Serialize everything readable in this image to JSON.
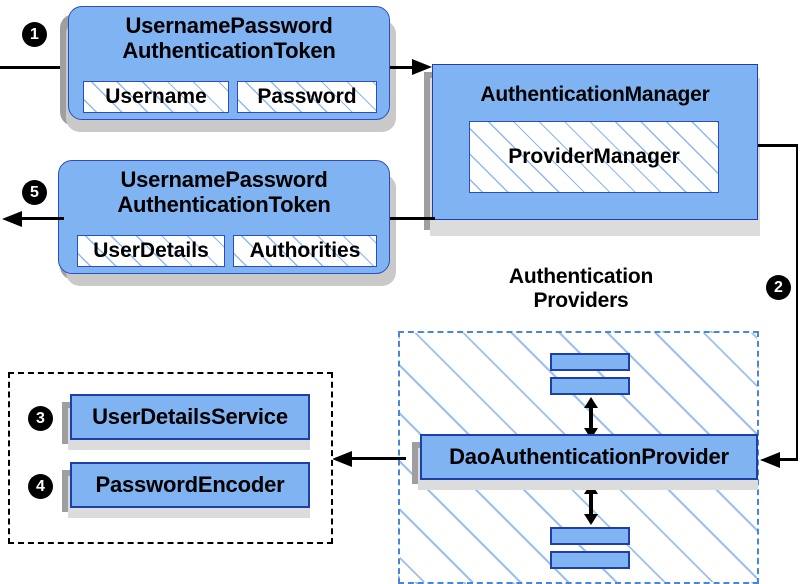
{
  "diagram": {
    "title": "Spring Security username/password authentication flow",
    "colors": {
      "box_fill": "#80B3F2",
      "box_border": "#1f3fa8",
      "hatch_line": "#8fb8ef",
      "providers_border": "#4a86d8",
      "shadow_dark": "#9f9f9f",
      "shadow_light": "#dcdcdc",
      "text": "#000000"
    }
  },
  "steps": {
    "one": "1",
    "two": "2",
    "three": "3",
    "four": "4",
    "five": "5"
  },
  "request_token": {
    "title_line1": "UsernamePassword",
    "title_line2": "AuthenticationToken",
    "fields": [
      {
        "label": "Username"
      },
      {
        "label": "Password"
      }
    ]
  },
  "response_token": {
    "title_line1": "UsernamePassword",
    "title_line2": "AuthenticationToken",
    "fields": [
      {
        "label": "UserDetails"
      },
      {
        "label": "Authorities"
      }
    ]
  },
  "authentication_manager": {
    "title": "AuthenticationManager",
    "inner": "ProviderManager"
  },
  "providers": {
    "caption_line1": "Authentication",
    "caption_line2": "Providers",
    "main_provider": "DaoAuthenticationProvider",
    "other_providers": [
      {
        "label": ""
      },
      {
        "label": ""
      },
      {
        "label": ""
      },
      {
        "label": ""
      }
    ]
  },
  "services": {
    "items": [
      {
        "label": "UserDetailsService"
      },
      {
        "label": "PasswordEncoder"
      }
    ]
  }
}
